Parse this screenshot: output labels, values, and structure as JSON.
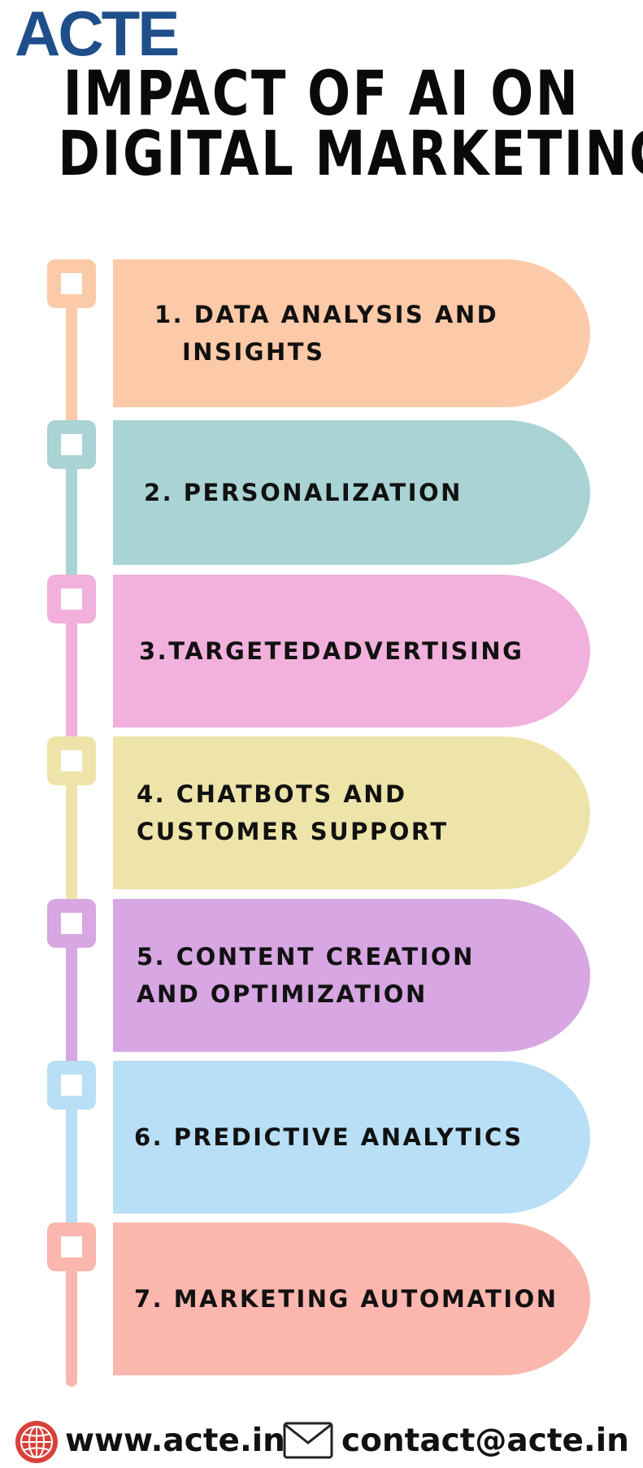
{
  "logo": {
    "text": "ACTE"
  },
  "title": {
    "line1": "IMPACT OF AI ON",
    "line2": "DIGITAL MARKETING"
  },
  "items": [
    {
      "label_line1": "1. DATA ANALYSIS AND",
      "label_line2": "INSIGHTS",
      "color": "#fccaa8"
    },
    {
      "label_line1": "2. PERSONALIZATION",
      "label_line2": "",
      "color": "#a9d3d5"
    },
    {
      "label_line1": "3.TARGETEDADVERTISING",
      "label_line2": "",
      "color": "#f1b1dc"
    },
    {
      "label_line1": "4. CHATBOTS AND",
      "label_line2": "CUSTOMER SUPPORT",
      "color": "#eee4aa"
    },
    {
      "label_line1": "5. CONTENT CREATION",
      "label_line2": "AND OPTIMIZATION",
      "color": "#d7a6e3"
    },
    {
      "label_line1": "6. PREDICTIVE ANALYTICS",
      "label_line2": "",
      "color": "#b8dff6"
    },
    {
      "label_line1": "7. MARKETING AUTOMATION",
      "label_line2": "",
      "color": "#fbb6ad"
    }
  ],
  "footer": {
    "website": "www.acte.in",
    "email": "contact@acte.in"
  },
  "icons": {
    "globe": "globe-icon",
    "mail": "mail-icon"
  }
}
